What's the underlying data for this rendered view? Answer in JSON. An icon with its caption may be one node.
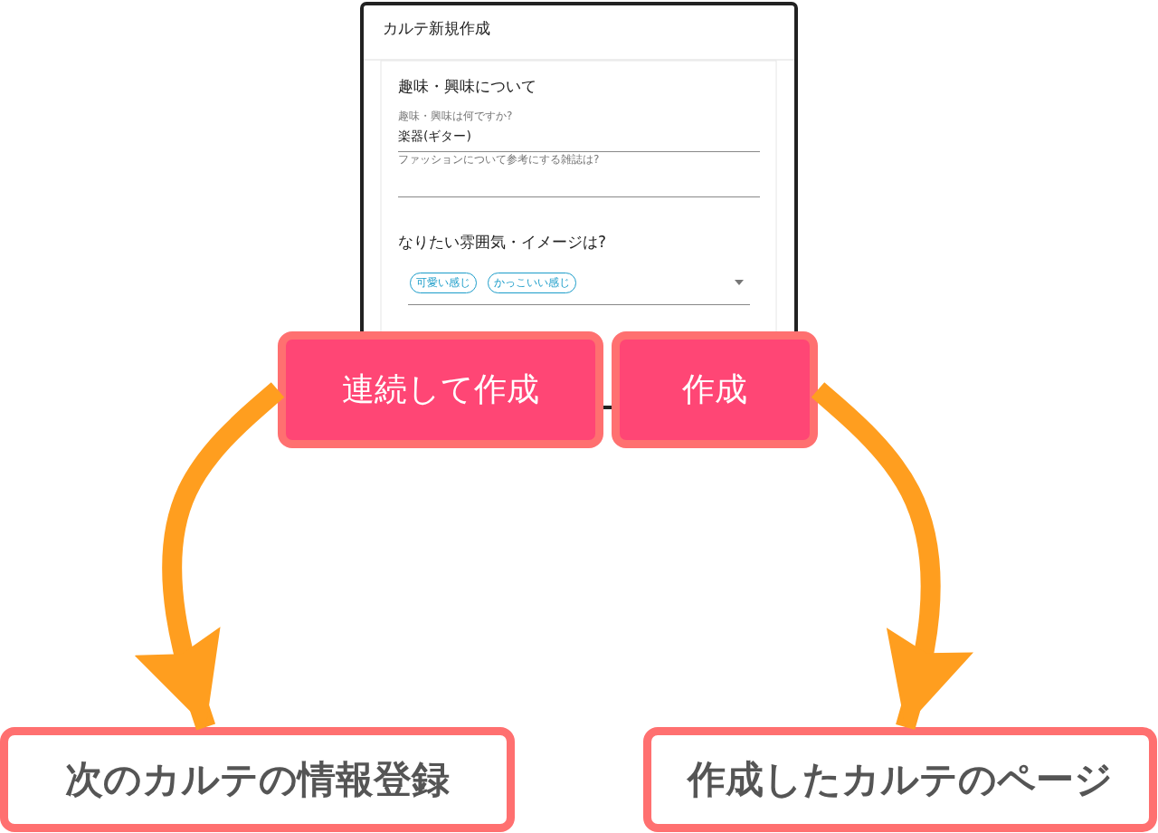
{
  "diagram": {
    "nodes": [
      {
        "text": [
          "連続して作成"
        ]
      },
      {
        "text": [
          "作成"
        ]
      },
      {
        "text": [
          "次のカルテの情報登録"
        ]
      },
      {
        "text": [
          "作成したカルテのページ"
        ]
      }
    ],
    "edges": [
      {
        "from": 0,
        "to": 2,
        "arrow": "to",
        "color": "#ff9e1f"
      },
      {
        "from": 1,
        "to": 3,
        "arrow": "to",
        "color": "#ff9e1f"
      }
    ],
    "labels": [
      "カルテ新規作成",
      "趣味・興味について",
      "趣味・興味は何ですか?",
      "楽器(ギター)",
      "ファッションについて参考にする雑誌は?",
      "なりたい雰囲気・イメージは?",
      "可愛い感じ",
      "かっこいい感じ"
    ]
  }
}
